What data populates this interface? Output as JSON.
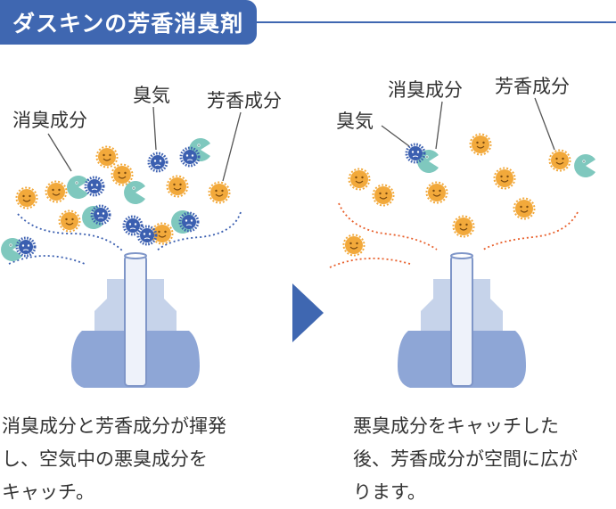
{
  "title": "ダスキンの芳香消臭剤",
  "colors": {
    "brand_blue": "#3f67b1",
    "fragrance_orange": "#f2a93b",
    "deodorant_teal": "#7fc8be",
    "odor_blue": "#3b5fb0",
    "vapor_red": "#e8602c",
    "bottle_light": "#c6d3ea",
    "bottle_dark": "#8ea6d6"
  },
  "left_panel": {
    "labels": {
      "deodorant": "消臭成分",
      "odor": "臭気",
      "fragrance": "芳香成分"
    },
    "caption_lines": [
      "消臭成分と芳香成分が揮発",
      "し、空気中の悪臭成分を",
      "キャッチ。"
    ]
  },
  "right_panel": {
    "labels": {
      "deodorant": "消臭成分",
      "odor": "臭気",
      "fragrance": "芳香成分"
    },
    "caption_lines": [
      "悪臭成分をキャッチした",
      "後、芳香成分が空間に広が",
      "ります。"
    ]
  },
  "icons": {
    "arrow": "play-arrow-icon",
    "bottle": "diffuser-bottle-icon"
  }
}
